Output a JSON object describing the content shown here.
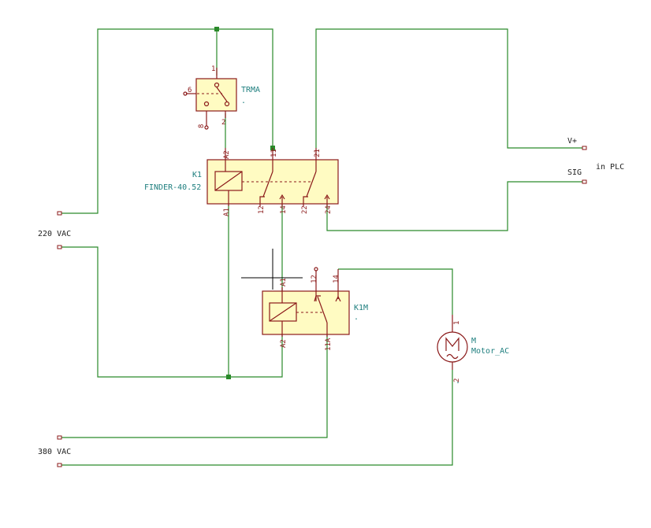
{
  "components": {
    "trma": {
      "ref": "TRMA",
      "value": ".",
      "pins": {
        "p1": "1",
        "p2": "2",
        "p6": "6",
        "p8": "8"
      }
    },
    "k1": {
      "ref": "K1",
      "value": "FINDER-40.52",
      "pins": {
        "a1": "A1",
        "a2": "A2",
        "p11": "11",
        "p12": "12",
        "p14": "14",
        "p21": "21",
        "p22": "22",
        "p24": "24"
      }
    },
    "k1m": {
      "ref": "K1M",
      "value": ".",
      "pins": {
        "a1": "A1",
        "a2": "A2",
        "p11a": "11A",
        "p12": "12",
        "p14": "14"
      }
    },
    "motor": {
      "ref": "M",
      "value": "Motor_AC",
      "extra": ".",
      "pins": {
        "p1": "1",
        "p2": "2"
      }
    }
  },
  "labels": {
    "v220": "220 VAC",
    "v380": "380 VAC",
    "vplus": "V+",
    "sig": "SIG",
    "plc": "in PLC"
  },
  "colors": {
    "wire": "#2a8a2a",
    "symbol": "#8b1a1a",
    "body_fill": "#fffbc2",
    "ref_text": "#1f7f7f"
  }
}
